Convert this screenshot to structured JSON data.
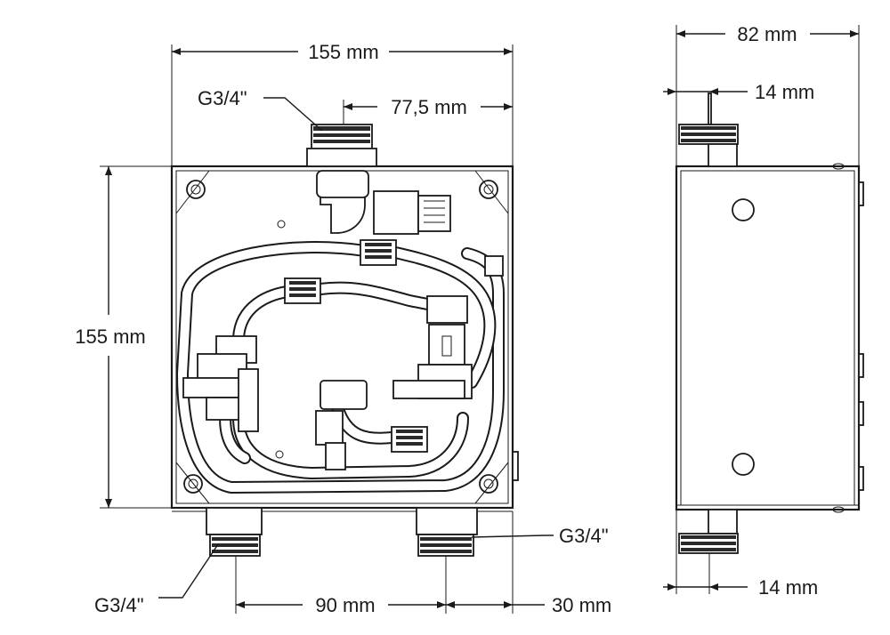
{
  "labels": {
    "front_width": "155 mm",
    "front_height": "155 mm",
    "top_offset": "77,5 mm",
    "bottom_spacing": "90 mm",
    "bottom_right_offset": "30 mm",
    "side_depth": "82 mm",
    "side_top_pipe": "14 mm",
    "side_bottom_pipe": "14 mm",
    "thread_top": "G3/4\"",
    "thread_bottom_left": "G3/4\"",
    "thread_bottom_right": "G3/4\""
  }
}
